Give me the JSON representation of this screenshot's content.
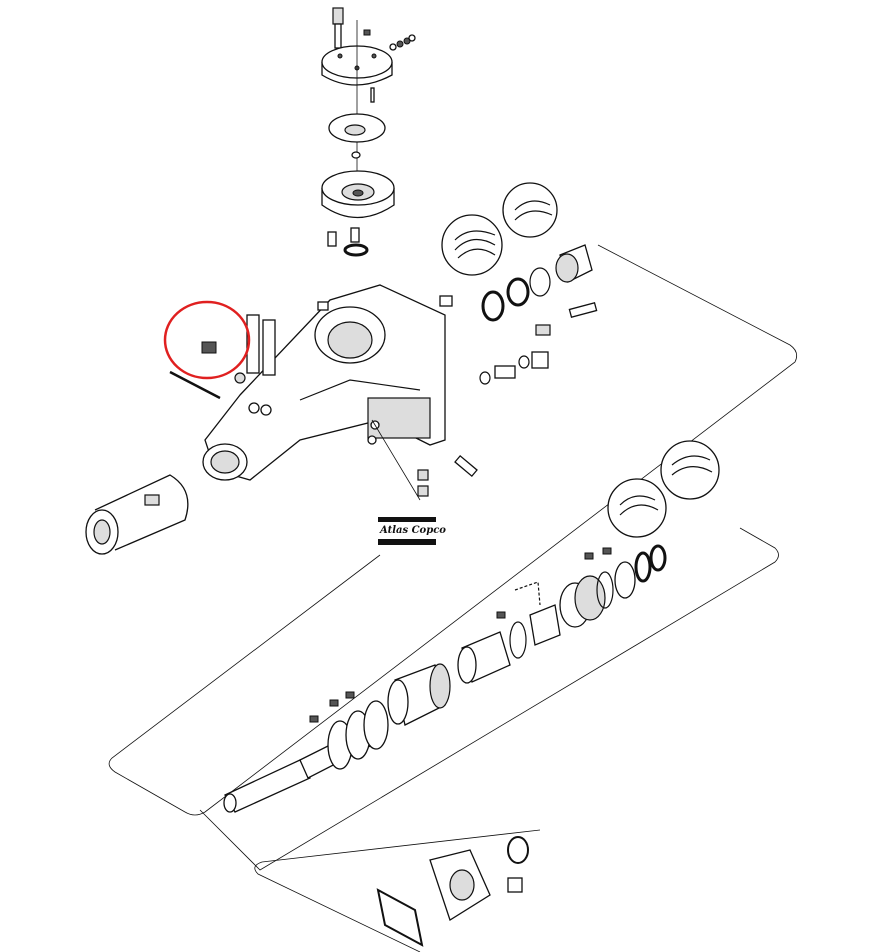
{
  "diagram": {
    "type": "exploded-parts-view",
    "brand_logo": "Atlas Copco",
    "highlight": {
      "color": "#e02020",
      "shape": "circle"
    },
    "colors": {
      "line": "#111111",
      "fill": "#ffffff",
      "shade": "#dddddd"
    }
  }
}
